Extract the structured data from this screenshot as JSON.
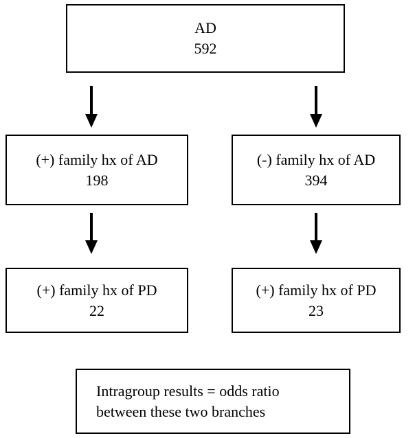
{
  "root": {
    "label": "AD",
    "count": "592"
  },
  "left": {
    "mid": {
      "label": "(+) family hx of AD",
      "count": "198"
    },
    "bottom": {
      "label": "(+) family hx of PD",
      "count": "22"
    }
  },
  "right": {
    "mid": {
      "label": "(-) family hx of AD",
      "count": "394"
    },
    "bottom": {
      "label": "(+) family hx of PD",
      "count": "23"
    }
  },
  "note": {
    "line1": "Intragroup results = odds ratio",
    "line2": "between these two branches"
  }
}
